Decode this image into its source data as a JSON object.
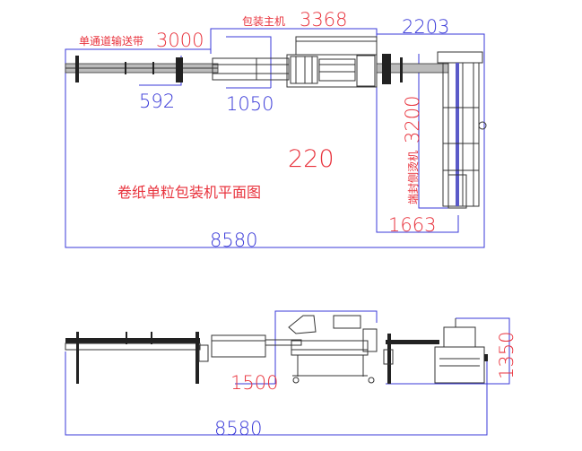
{
  "plan_view": {
    "title": "卷纸单粒包装机平面图",
    "conveyor_label": "单通道输送带",
    "conveyor_length": "3000",
    "main_machine_label": "包装主机",
    "main_machine_length": "3368",
    "end_sealer_label": "端封侧烫机",
    "end_sealer_length": "3200",
    "dim_2203": "2203",
    "dim_592": "592",
    "dim_1050": "1050",
    "dim_220": "220",
    "dim_1663": "1663",
    "total_length": "8580"
  },
  "side_view": {
    "dim_1500": "1500",
    "dim_1350": "1350",
    "total_length": "8580"
  },
  "colors": {
    "dimension_blue": "#3a3ad8",
    "label_red": "#e8323c"
  }
}
